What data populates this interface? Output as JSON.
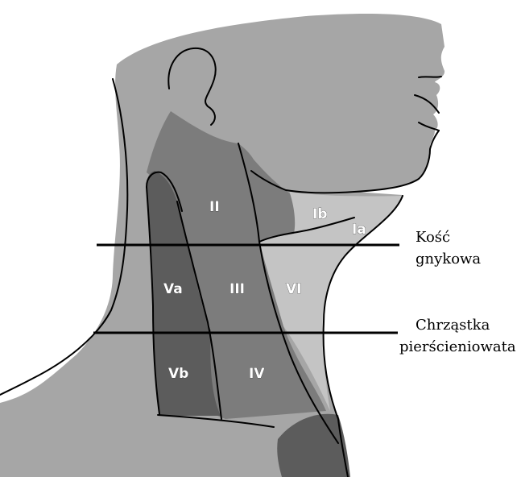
{
  "zones": {
    "Ia": "Ia",
    "Ib": "Ib",
    "II": "II",
    "III": "III",
    "IV": "IV",
    "Va": "Va",
    "Vb": "Vb",
    "VI": "VI"
  },
  "landmarks": {
    "hyoid_line1": "Kość",
    "hyoid_line2": "gnykowa",
    "cricoid_line1": "Chrząstka",
    "cricoid_line2": "pierścieniowata"
  },
  "colors": {
    "skin": "#a6a6a6",
    "level_ii_iii_iv": "#7c7c7c",
    "level_v": "#5c5c5c",
    "level_i_vi": "#c4c4c4",
    "outline": "#000000"
  }
}
